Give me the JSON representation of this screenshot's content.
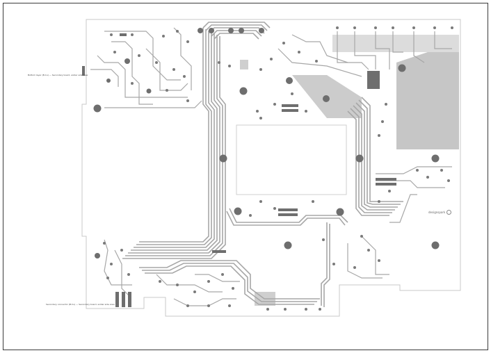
{
  "sheet": {
    "left_note": "Bottom layer (B.Cu) — Secondary board, solder side view",
    "bottom_note": "Secondary connector (B.Cu) — Secondary board, solder side view",
    "logo_text": "designspark"
  },
  "colors": {
    "outline": "#c9c9c9",
    "trace": "#a7a7a7",
    "copper_fill": "#c6c6c6",
    "pad": "#6e6e6e",
    "frame": "#3a3a3a"
  }
}
